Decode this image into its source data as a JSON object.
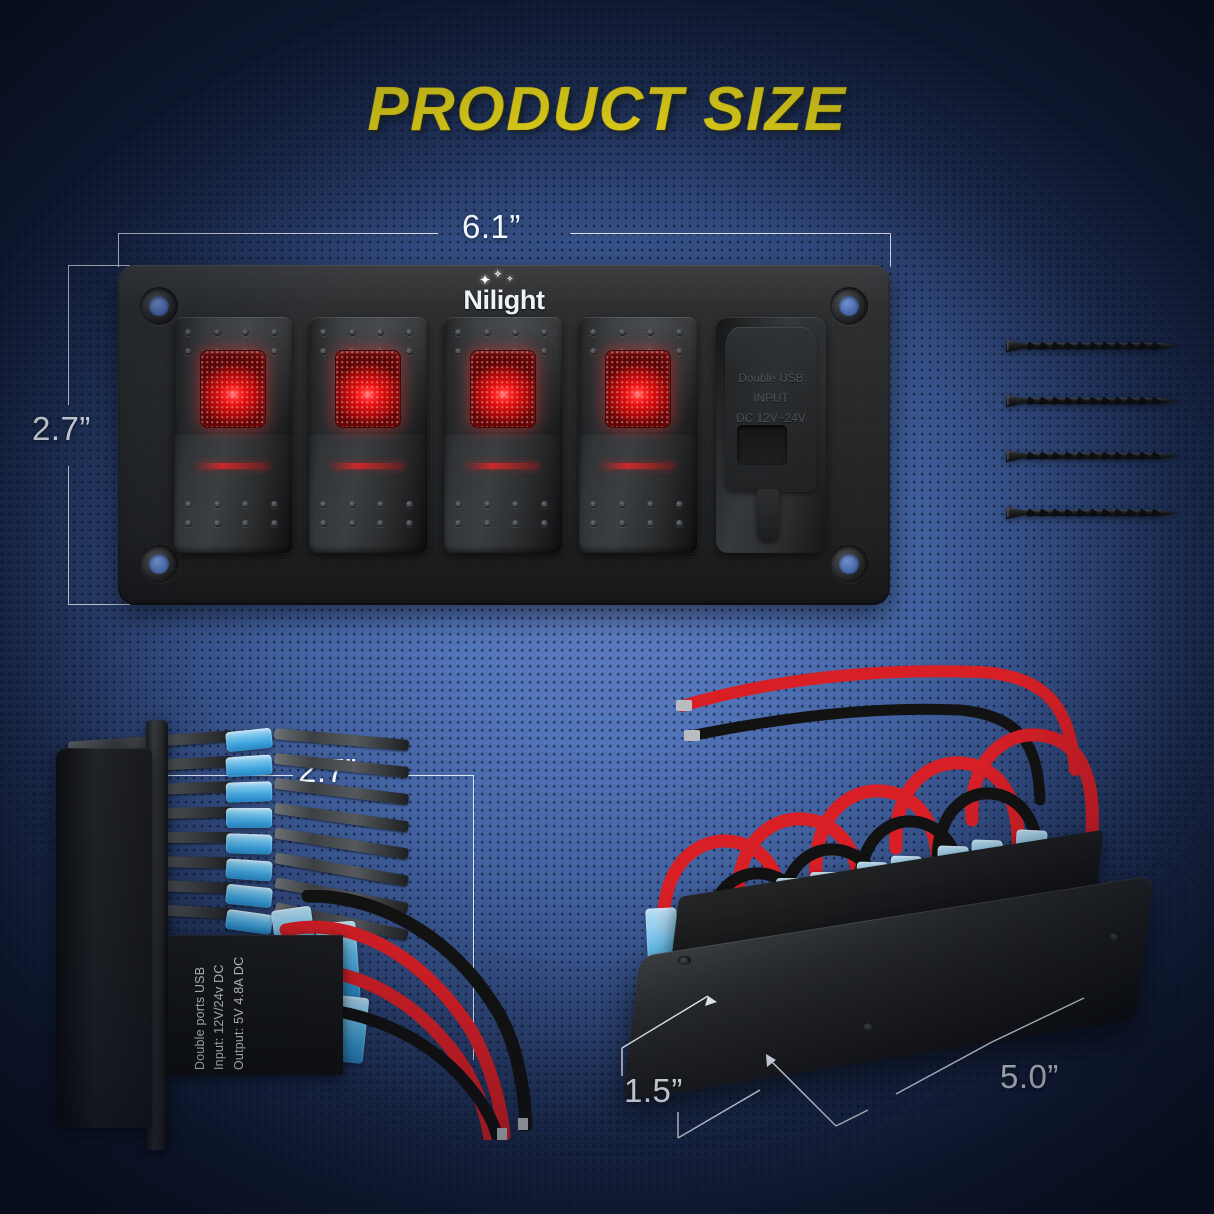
{
  "title": "PRODUCT SIZE",
  "theme": {
    "background_outer": "#131f3b",
    "background_center": "#5e7cc0",
    "title_color": "#f5e318",
    "dimension_line_color": "#f2f6ff",
    "panel_body": "#242628",
    "led_red": "#e00d0d",
    "connector_blue": "#3ba5e0",
    "wire_red": "#d81f26",
    "wire_black": "#111111"
  },
  "main_panel": {
    "brand": "Nilight",
    "switch_count": 4,
    "dimensions": {
      "width_label": "6.1”",
      "height_label": "2.7”"
    },
    "usb_module": {
      "line1": "Double USB",
      "line2": "INPUT",
      "line3": "DC 12V~24V"
    },
    "switches": [
      {
        "name": "rocker-switch-1",
        "led": "on"
      },
      {
        "name": "rocker-switch-2",
        "led": "on"
      },
      {
        "name": "rocker-switch-3",
        "led": "on"
      },
      {
        "name": "rocker-switch-4",
        "led": "on"
      }
    ]
  },
  "screws": {
    "count": 4,
    "label": "mounting-screw"
  },
  "side_view": {
    "depth_label": "2.7”",
    "usb_label": {
      "line1": "Double ports USB",
      "line2": "Input:  12V/24v DC",
      "line3": "Output: 5V 4.8A DC"
    }
  },
  "rear_view": {
    "height_label": "1.5”",
    "length_label": "5.0”"
  },
  "icons": {
    "sparkle": "✦",
    "sparkle_small": "✧"
  }
}
